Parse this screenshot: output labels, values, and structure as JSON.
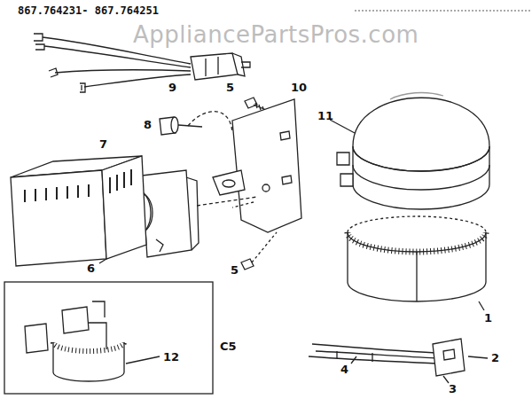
{
  "diagram": {
    "title": "867.764231- 867.764251",
    "labels": [
      "AppliancePartsPros.com",
      "9",
      "5",
      "10",
      "11",
      "8",
      "7",
      "6",
      "5",
      "1",
      "2",
      "4",
      "3",
      "12",
      "C5"
    ]
  }
}
